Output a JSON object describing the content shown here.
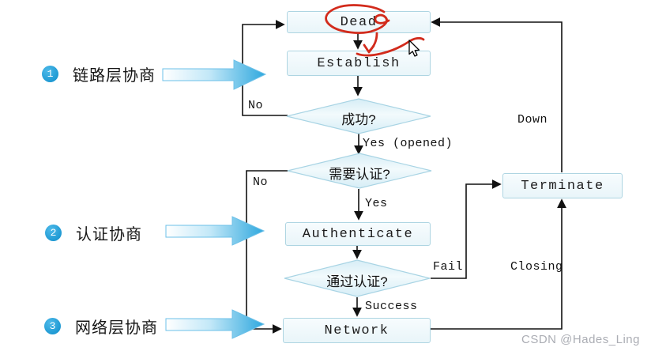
{
  "diagram": {
    "nodes": {
      "dead": "Dead",
      "establish": "Establish",
      "authenticate": "Authenticate",
      "network": "Network",
      "terminate": "Terminate"
    },
    "decisions": {
      "success": "成功?",
      "need_auth": "需要认证?",
      "pass_auth": "通过认证?"
    },
    "edge_labels": {
      "no_top": "No",
      "no_mid": "No",
      "yes_opened": "Yes (opened)",
      "yes": "Yes",
      "success": "Success",
      "fail": "Fail",
      "closing": "Closing",
      "down": "Down"
    },
    "legend": [
      {
        "num": "1",
        "label": "链路层协商"
      },
      {
        "num": "2",
        "label": "认证协商"
      },
      {
        "num": "3",
        "label": "网络层协商"
      }
    ],
    "colors": {
      "node_border": "#aed5e2",
      "node_fill": "#eef8fb",
      "diamond_fill": "#e1f2f9",
      "line": "#111111",
      "legend_badge": "#219fd8",
      "blue_arrow_tip": "#2fa8de",
      "annotation_red": "#d22b1c",
      "watermark": "#abadb4"
    },
    "watermark": "CSDN @Hades_Ling"
  }
}
